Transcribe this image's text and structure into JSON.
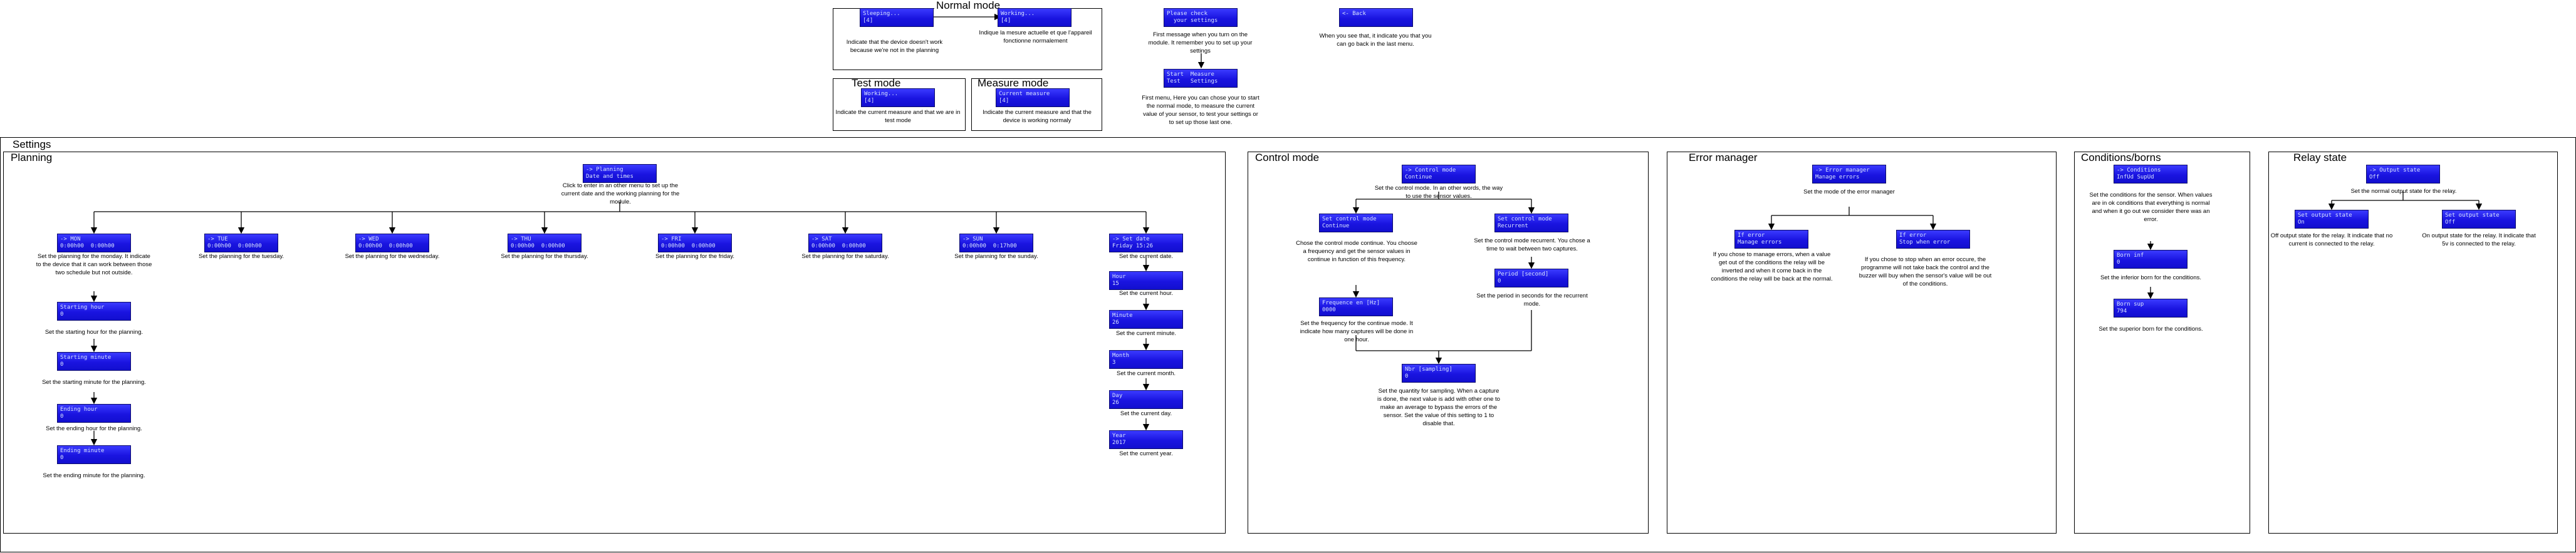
{
  "sections": {
    "normal_mode": "Normal mode",
    "test_mode": "Test mode",
    "measure_mode": "Measure mode",
    "settings": "Settings",
    "planning": "Planning",
    "control_mode": "Control mode",
    "error_manager": "Error manager",
    "conditions_borns": "Conditions/borns",
    "relay_state": "Relay state"
  },
  "top": {
    "lcd_normal_1": "Sleeping...\n[4]",
    "lcd_normal_2": "Working...\n[4]",
    "note_normal_1": "Indicate that the device doesn't work because we're not in the planning",
    "note_normal_2": "Indique la mesure actuelle et que l'appareil fonctionne normalement",
    "lcd_test": "Working...\n[4]",
    "note_test": "Indicate the current measure and that we are in test mode",
    "lcd_measure": "Current measure\n[4]",
    "note_measure": "Indicate the current measure and that the device is working normaly",
    "lcd_check": "Please check\n  your settings",
    "note_check": "First message when you turn on the module. It remember you to set up your settings",
    "lcd_start": "Start  Measure\nTest   Settings",
    "note_start": "First menu, Here you can chose your to start the normal mode, to measure the current value of your sensor, to test your settings or to set up those last one.",
    "lcd_back": "<- Back",
    "note_back": "When you see that, it indicate you that you can go back in the last menu."
  },
  "planning": {
    "lcd_main": "-> Planning\nDate and times",
    "note_main": "Click to enter in an other menu to set up the current date and the working planning for the module.",
    "days": [
      {
        "lcd": "-> MON\n0:00h00  0:00h00",
        "note": "Set the planning for the monday. It indicate to the device that it can work between those two schedule but not outside."
      },
      {
        "lcd": "-> TUE\n0:00h00  0:00h00",
        "note": "Set the planning for the tuesday."
      },
      {
        "lcd": "-> WED\n0:00h00  0:00h00",
        "note": "Set the planning for the wednesday."
      },
      {
        "lcd": "-> THU\n0:00h00  0:00h00",
        "note": "Set the planning for the thursday."
      },
      {
        "lcd": "-> FRI\n0:00h00  0:00h00",
        "note": "Set the planning for the friday."
      },
      {
        "lcd": "-> SAT\n0:00h00  0:00h00",
        "note": "Set the planning for the saturday."
      },
      {
        "lcd": "-> SUN\n0:00h00  0:17h00",
        "note": "Set the planning for the sunday."
      },
      {
        "lcd": "-> Set date\nFriday 15:26",
        "note": "Set the current date."
      }
    ],
    "mon_sub": [
      {
        "lcd": "Starting hour\n0",
        "note": "Set the starting hour for the planning."
      },
      {
        "lcd": "Starting minute\n0",
        "note": "Set the starting minute for the planning."
      },
      {
        "lcd": "Ending hour\n0",
        "note": "Set the ending hour for the planning."
      },
      {
        "lcd": "Ending minute\n0",
        "note": "Set the ending minute for the planning."
      }
    ],
    "date_sub": [
      {
        "lcd": "Hour\n15",
        "note": "Set the current hour."
      },
      {
        "lcd": "Minute\n26",
        "note": "Set the current minute."
      },
      {
        "lcd": "Month\n3",
        "note": "Set the current month."
      },
      {
        "lcd": "Day\n26",
        "note": "Set the current day."
      },
      {
        "lcd": "Year\n2017",
        "note": "Set the current year."
      }
    ]
  },
  "control": {
    "lcd_main": "-> Control mode\nContinue",
    "note_main": "Set the control mode. In an other words, the way to use the sensor values.",
    "lcd_cont": "Set control mode\nContinue",
    "note_cont": "Chose the control mode continue. You choose a frequency and get the sensor values in continue in function of this frequency.",
    "lcd_rec": "Set control mode\nRecurrent",
    "note_rec": "Set the control mode recurrent. You chose a time to wait between two captures.",
    "lcd_freq": "Frequence en [Hz]\n0000",
    "note_freq": "Set the frequency for the continue mode. It indicate how many captures will be done in one hour.",
    "lcd_period": "Period [second]\n0",
    "note_period": "Set the period in seconds for the recurrent mode.",
    "lcd_nbr": "Nbr [sampling]\n0",
    "note_nbr": "Set the quantity for sampling. When a capture is done, the next value is add with other one to make an average to bypass the errors of the sensor. Set the value of this setting to 1 to disable that."
  },
  "error": {
    "lcd_main": "-> Error manager\nManage errors",
    "note_main": "Set the mode of the error manager",
    "lcd_a": "If error\nManage errors",
    "note_a": "If you chose to manage errors, when a value get out of the conditions the relay will be inverted and when it come back in the conditions the relay will be back at the normal.",
    "lcd_b": "If error\nStop when error",
    "note_b": "If you chose to stop when an error occure, the programme will not take back the control and the buzzer will buy when the sensor's value will be out of the conditions."
  },
  "conditions": {
    "lcd_main": "-> Conditions\nInfUd SupUd",
    "note_main": "Set the conditions for the sensor. When values are in ok conditions that everything is normal and when it go out we consider there was an error.",
    "lcd_inf": "Born inf\n0",
    "note_inf": "Set the inferior born for the conditions.",
    "lcd_sup": "Born sup\n794",
    "note_sup": "Set the superior born for the conditions."
  },
  "relay": {
    "lcd_main": "-> Output state\nOff",
    "note_main": "Set the normal output state for the relay.",
    "lcd_on": "Set output state\nOn",
    "note_on": "Off output state for the relay. It indicate that no current is connected to the relay.",
    "lcd_off": "Set output state\nOff",
    "note_off": "On output state for the relay. It indicate that 5v is connected to the relay."
  }
}
